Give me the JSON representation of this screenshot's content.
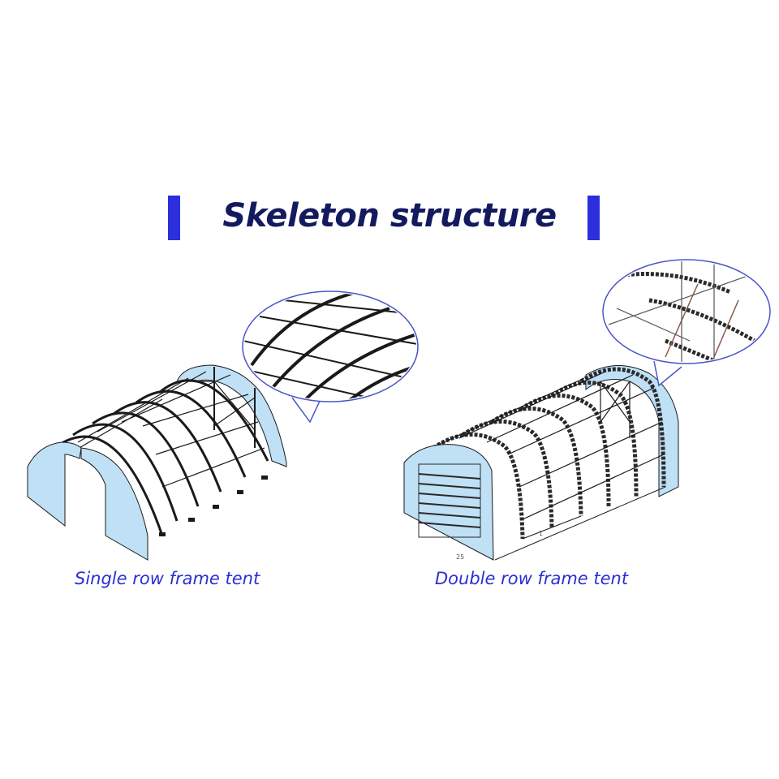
{
  "title": "Skeleton structure",
  "captions": {
    "single": "Single row frame tent",
    "double": "Double row frame tent"
  },
  "dimension_labels": {
    "a": "25",
    "b": "1"
  },
  "colors": {
    "title": "#141a5e",
    "caption": "#2a2fd6",
    "accent_bar": "#2b2fdc",
    "panel_fill": "#bfe0f5",
    "frame": "#1a1a1a",
    "bubble_stroke": "#4a55c8"
  }
}
